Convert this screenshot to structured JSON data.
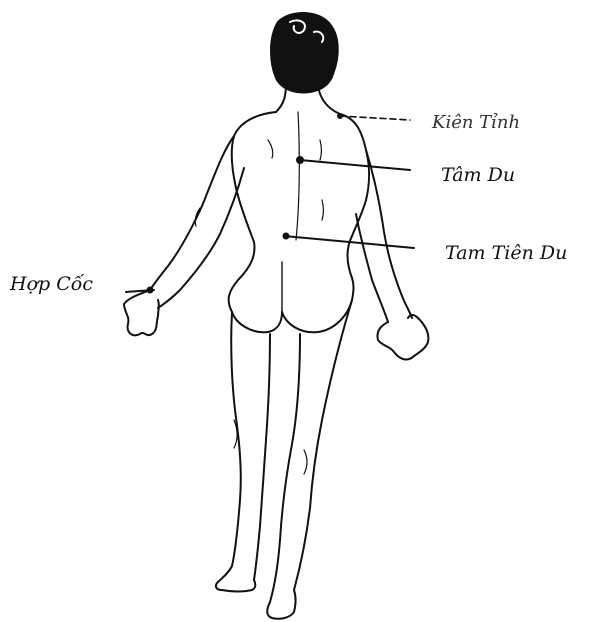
{
  "labels": {
    "kien_tinh": "Kiên Tỉnh",
    "tam_du": "Tâm Du",
    "tam_tien_du": "Tam Tiên Du",
    "hop_coc": "Hợp Cốc"
  },
  "colors": {
    "ink": "#111111",
    "background": "#ffffff"
  }
}
